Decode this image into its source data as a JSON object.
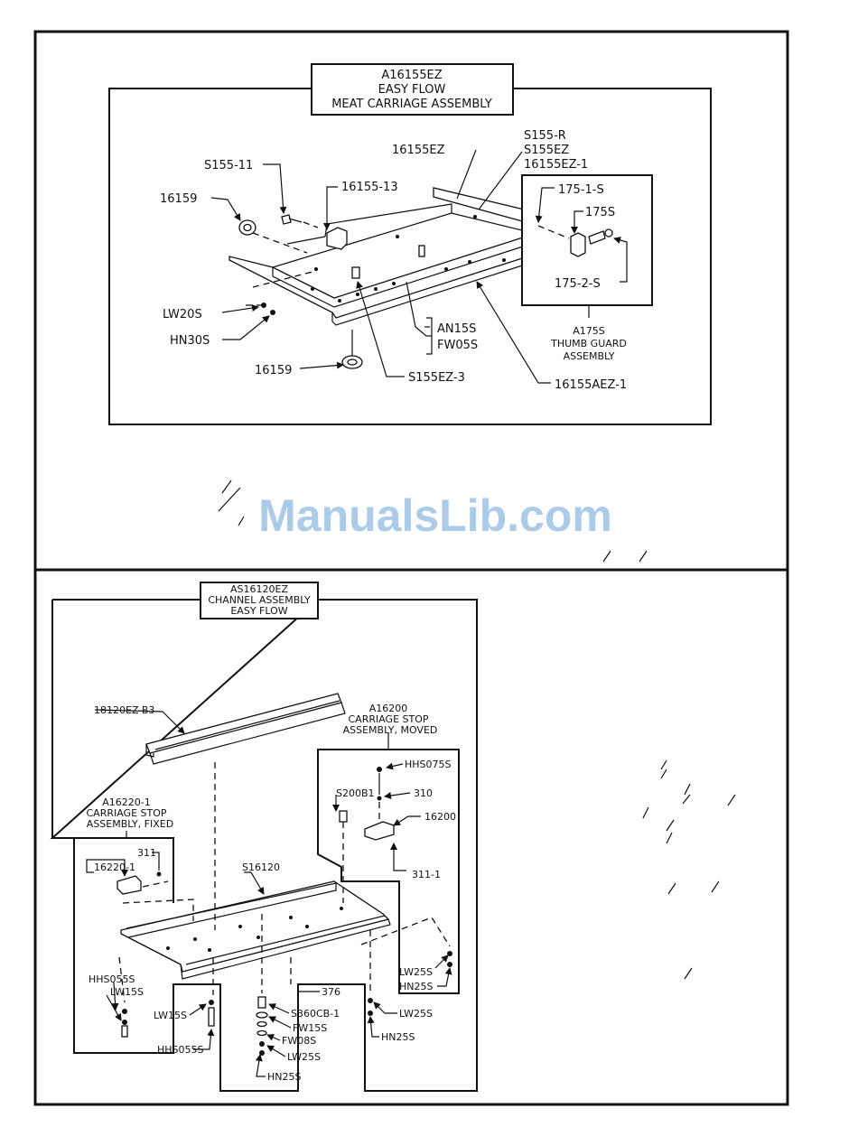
{
  "watermark": "ManualsLib.com",
  "top": {
    "title": [
      "A16155EZ",
      "EASY FLOW",
      "MEAT CARRIAGE ASSEMBLY"
    ],
    "labels": {
      "s155_11": "S155-11",
      "p16155_13": "16155-13",
      "p16159_top": "16159",
      "p16155ez": "16155EZ",
      "s155_r": "S155-R",
      "s155ez": "S155EZ",
      "p16155ez_1": "16155EZ-1",
      "lw20s": "LW20S",
      "hn30s": "HN30S",
      "an15s": "AN15S",
      "fw05s": "FW05S",
      "p16159_bot": "16159",
      "s155ez_3": "S155EZ-3",
      "p16155aez_1": "16155AEZ-1"
    },
    "thumb_guard": {
      "labels": {
        "p175_1_s": "175-1-S",
        "p175s": "175S",
        "p175_2_s": "175-2-S"
      },
      "title": [
        "A175S",
        "THUMB GUARD",
        "ASSEMBLY"
      ]
    }
  },
  "bottom": {
    "title": [
      "AS16120EZ",
      "CHANNEL ASSEMBLY",
      "EASY FLOW"
    ],
    "labels": {
      "p18120ez_b3": "18120EZ-B3",
      "s16120": "S16120",
      "hhs055s_left": "HHS055S",
      "lw15s_left": "LW15S",
      "lw15s_mid": "LW15S",
      "hhs055s_mid": "HHS055S",
      "p376": "376",
      "s360cb_1": "S360CB-1",
      "fw15s": "FW15S",
      "fw08s": "FW08S",
      "lw25s_mid": "LW25S",
      "hn25s_mid": "HN25S",
      "lw25s_right": "LW25S",
      "hn25s_right": "HN25S"
    },
    "fixed_stop": {
      "title": [
        "A16220-1",
        "CARRIAGE STOP",
        "ASSEMBLY, FIXED"
      ],
      "labels": {
        "p311": "311",
        "p16220_1": "16220-1"
      }
    },
    "moved_stop": {
      "title": [
        "A16200",
        "CARRIAGE STOP",
        "ASSEMBLY, MOVED"
      ],
      "labels": {
        "hhs075s": "HHS075S",
        "s200b1": "S200B1",
        "p310": "310",
        "p16200": "16200",
        "p311_1": "311-1",
        "lw25s": "LW25S",
        "hn25s": "HN25S"
      }
    }
  }
}
